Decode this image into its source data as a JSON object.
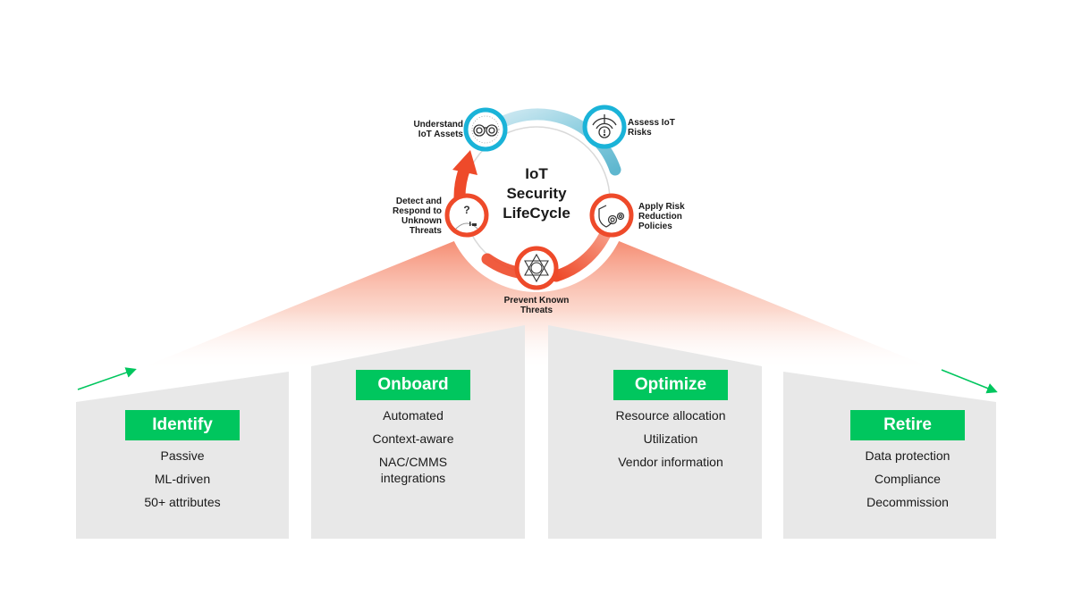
{
  "diagram": {
    "center_title": [
      "IoT",
      "Security",
      "LifeCycle"
    ],
    "lifecycle_nodes": [
      {
        "id": "understand",
        "label": [
          "Understand",
          "IoT Assets"
        ],
        "icon": "binoculars-icon",
        "ring_color": "#1ab3d8"
      },
      {
        "id": "assess",
        "label": [
          "Assess IoT",
          "Risks"
        ],
        "icon": "risk-gauge-icon",
        "ring_color": "#1ab3d8"
      },
      {
        "id": "apply",
        "label": [
          "Apply Risk",
          "Reduction",
          "Policies"
        ],
        "icon": "shield-gears-icon",
        "ring_color": "#ee4a2a"
      },
      {
        "id": "prevent",
        "label": [
          "Prevent Known",
          "Threats"
        ],
        "icon": "atom-threat-icon",
        "ring_color": "#ee4a2a"
      },
      {
        "id": "detect",
        "label": [
          "Detect and",
          "Respond to",
          "Unknown",
          "Threats"
        ],
        "icon": "unknown-user-icon",
        "ring_color": "#ee4a2a"
      }
    ],
    "stages": [
      {
        "id": "identify",
        "title": "Identify",
        "items": [
          "Passive",
          "ML-driven",
          "50+ attributes"
        ]
      },
      {
        "id": "onboard",
        "title": "Onboard",
        "items": [
          "Automated",
          "Context-aware",
          "NAC/CMMS integrations"
        ]
      },
      {
        "id": "optimize",
        "title": "Optimize",
        "items": [
          "Resource allocation",
          "Utilization",
          "Vendor information"
        ]
      },
      {
        "id": "retire",
        "title": "Retire",
        "items": [
          "Data protection",
          "Compliance",
          "Decommission"
        ]
      }
    ],
    "colors": {
      "accent_green": "#00c65e",
      "accent_blue": "#1ab3d8",
      "accent_red": "#ee4a2a",
      "panel_gray": "#e8e8e8"
    }
  }
}
